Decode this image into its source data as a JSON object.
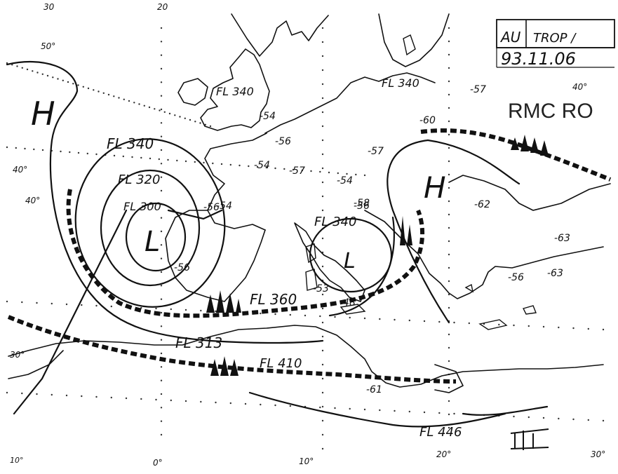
{
  "header": {
    "issuer": "AU",
    "trop_label": "TROP /",
    "date": "93.11.06",
    "center": "RMC RO"
  },
  "pressure_centers": [
    {
      "symbol": "H",
      "kind": "high"
    },
    {
      "symbol": "L",
      "kind": "low"
    },
    {
      "symbol": "H",
      "kind": "high"
    },
    {
      "symbol": "L",
      "kind": "low"
    }
  ],
  "flight_levels": [
    "FL 340",
    "FL 320",
    "FL 300",
    "FL 340",
    "FL 340",
    "FL 360",
    "FL 313",
    "FL 410",
    "FL 446",
    "FL 340"
  ],
  "temperatures": [
    "-54",
    "-56",
    "-54",
    "-57",
    "-54",
    "-56",
    "-54",
    "-57",
    "-60",
    "-57",
    "-62",
    "-63",
    "-56",
    "-63",
    "-48",
    "-58",
    "-56",
    "-61",
    "-53",
    "-56"
  ],
  "grid_labels": {
    "lat": [
      "50°",
      "40°",
      "40°",
      "30°"
    ],
    "lat_right": [
      "40°"
    ],
    "lon_bottom": [
      "10°",
      "0°",
      "10°",
      "20°",
      "30°"
    ],
    "lon_top": [
      "30",
      "20"
    ]
  },
  "jet_streams": [
    {
      "label": "FL 360"
    },
    {
      "label": "FL 410"
    }
  ]
}
